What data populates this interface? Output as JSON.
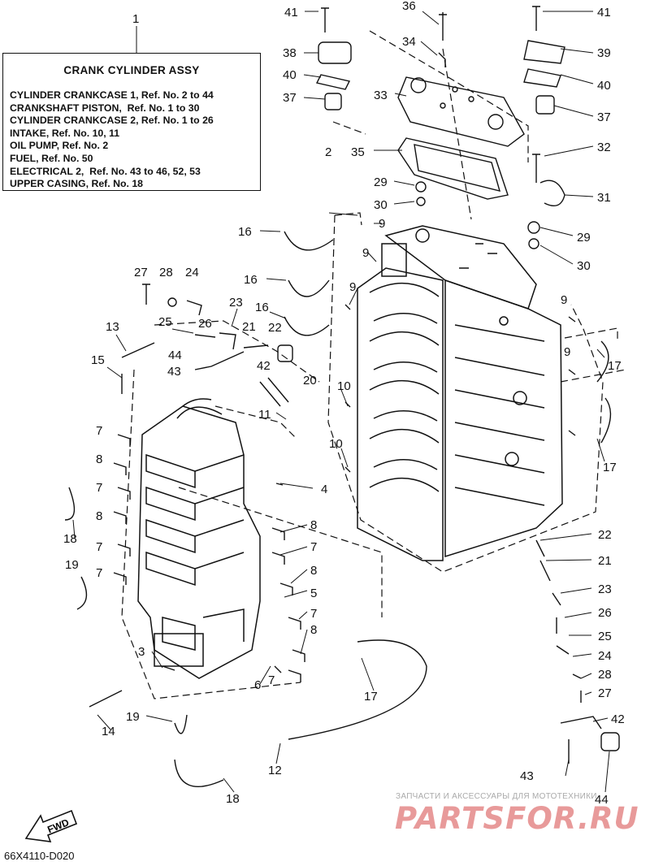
{
  "diagram_number": "1",
  "info_box": {
    "title": "CRANK CYLINDER ASSY",
    "lines": [
      "CYLINDER CRANKCASE 1, Ref. No. 2 to 44",
      "CRANKSHAFT PISTON,  Ref. No. 1 to 30",
      "CYLINDER CRANKCASE 2, Ref. No. 1 to 26",
      "INTAKE, Ref. No. 10, 11",
      "OIL PUMP, Ref. No. 2",
      "FUEL, Ref. No. 50",
      "ELECTRICAL 2,  Ref. No. 43 to 46, 52, 53",
      "UPPER CASING, Ref. No. 18"
    ]
  },
  "callouts": [
    "41",
    "36",
    "41",
    "34",
    "38",
    "39",
    "40",
    "40",
    "33",
    "37",
    "37",
    "2",
    "35",
    "32",
    "29",
    "31",
    "30",
    "29",
    "9",
    "30",
    "16",
    "9",
    "16",
    "27",
    "28",
    "24",
    "9",
    "23",
    "16",
    "13",
    "25",
    "26",
    "21",
    "22",
    "9",
    "44",
    "42",
    "17",
    "15",
    "43",
    "20",
    "9",
    "10",
    "11",
    "7",
    "7",
    "17",
    "10",
    "8",
    "4",
    "7",
    "8",
    "18",
    "8",
    "22",
    "7",
    "7",
    "21",
    "19",
    "8",
    "5",
    "23",
    "7",
    "26",
    "8",
    "25",
    "3",
    "6",
    "7",
    "24",
    "28",
    "17",
    "27",
    "14",
    "19",
    "42",
    "12",
    "43",
    "18",
    "44"
  ],
  "labels": {
    "ref_code": "66X4110-D020",
    "fwd": "FWD",
    "watermark_top": "ЗАПЧАСТИ И АКСЕССУАРЫ ДЛЯ МОТОТЕХНИКИ",
    "watermark_brand": "PARTSFOR.RU"
  }
}
